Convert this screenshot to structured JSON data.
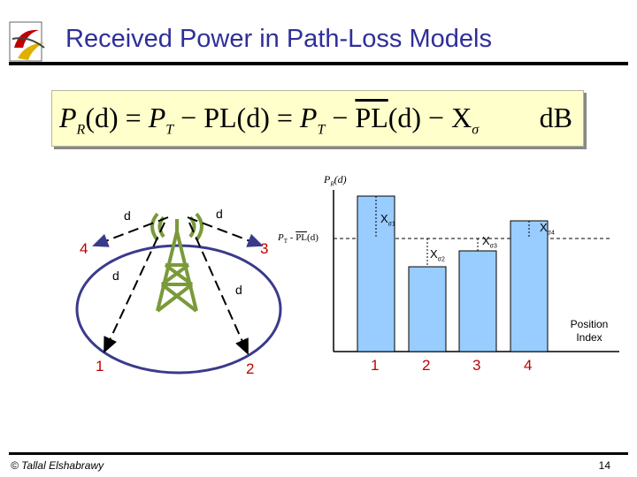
{
  "slide": {
    "title": "Received Power in Path-Loss Models",
    "footer_left": "© Tallal Elshabrawy",
    "page_number": "14"
  },
  "equation": {
    "part_pr": "P",
    "sub_r": "R",
    "arg1": "(d) = ",
    "part_pt": "P",
    "sub_t": "T",
    "minus_pl": " − PL",
    "arg2": "(d) = ",
    "part_pt2": "P",
    "sub_t2": "T",
    "minus": " − ",
    "pl_bar": "PL",
    "arg3": "(d) − X",
    "sub_sigma": "σ",
    "unit": "dB"
  },
  "diagram": {
    "positions": [
      "1",
      "2",
      "3",
      "4"
    ],
    "distance_label": "d",
    "colors": {
      "position_labels": "#c00000",
      "ellipse": "#3a3a8c",
      "tower": "#7a9a3a",
      "bars": "#99ccff"
    }
  },
  "bar_chart": {
    "y_axis_label": "P",
    "y_axis_sub": "R",
    "y_axis_arg": "(d)",
    "threshold_label": "P",
    "threshold_sub": "T",
    "threshold_mid": " - ",
    "threshold_pl": "PL",
    "threshold_arg": "(d)",
    "x_axis_label_line1": "Position",
    "x_axis_label_line2": "Index",
    "categories": [
      "1",
      "2",
      "3",
      "4"
    ],
    "deviation_labels": [
      {
        "name": "X",
        "sub": "σ1"
      },
      {
        "name": "X",
        "sub": "σ2"
      },
      {
        "name": "X",
        "sub": "σ3"
      },
      {
        "name": "X",
        "sub": "σ4"
      }
    ]
  }
}
